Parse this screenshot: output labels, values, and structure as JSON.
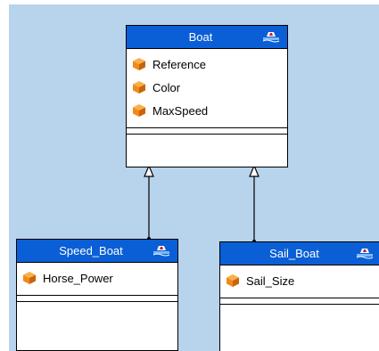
{
  "classes": {
    "boat": {
      "name": "Boat",
      "attributes": [
        "Reference",
        "Color",
        "MaxSpeed"
      ]
    },
    "speed_boat": {
      "name": "Speed_Boat",
      "attributes": [
        "Horse_Power"
      ]
    },
    "sail_boat": {
      "name": "Sail_Boat",
      "attributes": [
        "Sail_Size"
      ]
    }
  },
  "relations": [
    {
      "type": "generalization",
      "from": "Speed_Boat",
      "to": "Boat"
    },
    {
      "type": "generalization",
      "from": "Sail_Boat",
      "to": "Boat"
    }
  ],
  "colors": {
    "canvas": "#b8d3ec",
    "header": "#0b5fd6",
    "attribute_icon": "#f08a1c"
  },
  "icons": {
    "attribute": "orange-cube-icon",
    "stereotype": "boat-stereotype-icon"
  }
}
